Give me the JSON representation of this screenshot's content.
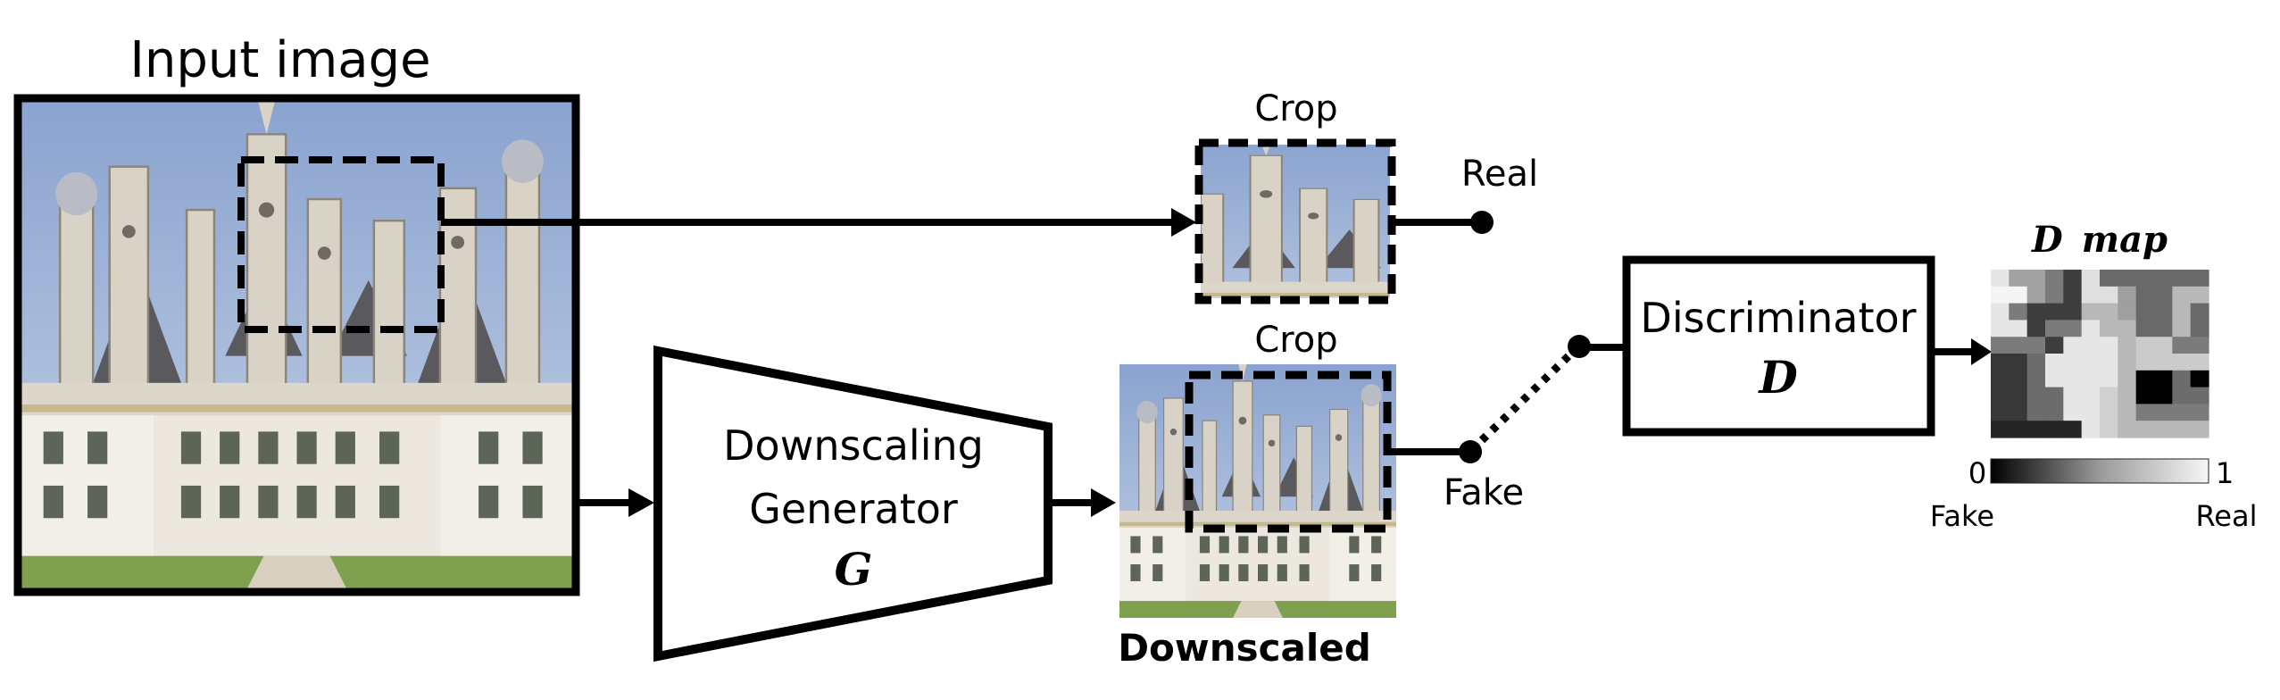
{
  "figure": {
    "input_image_title": "Input image",
    "real_crop_title": "Crop",
    "fake_crop_title": "Crop",
    "real_label": "Real",
    "fake_label": "Fake",
    "generator": {
      "line1": "Downscaling",
      "line2": "Generator",
      "symbol": "G"
    },
    "downscaled_label": "Downscaled",
    "discriminator": {
      "line1": "Discriminator",
      "symbol": "D"
    },
    "dmap": {
      "title_symbol": "D",
      "title_word": "map",
      "colorbar_min_label": "0",
      "colorbar_max_label": "1",
      "colorbar_left_caption": "Fake",
      "colorbar_right_caption": "Real",
      "colorbar_range": [
        0,
        1
      ],
      "grid_rows": 10,
      "grid_cols": 12,
      "values": [
        [
          0.94,
          0.66,
          0.66,
          0.5,
          0.25,
          0.91,
          0.43,
          0.43,
          0.43,
          0.43,
          0.43,
          0.43
        ],
        [
          1.0,
          1.0,
          0.66,
          0.5,
          0.25,
          0.91,
          0.91,
          0.65,
          0.43,
          0.43,
          0.75,
          0.75
        ],
        [
          0.94,
          0.5,
          0.25,
          0.25,
          0.25,
          0.75,
          0.75,
          0.65,
          0.43,
          0.43,
          0.75,
          0.43
        ],
        [
          0.94,
          0.94,
          0.25,
          0.5,
          0.5,
          0.94,
          0.75,
          0.75,
          0.43,
          0.43,
          0.75,
          0.43
        ],
        [
          0.5,
          0.5,
          0.5,
          0.25,
          0.94,
          0.94,
          0.94,
          0.75,
          0.83,
          0.83,
          0.5,
          0.5
        ],
        [
          0.23,
          0.23,
          0.44,
          0.94,
          0.94,
          0.94,
          0.94,
          0.75,
          0.83,
          0.83,
          0.83,
          0.83
        ],
        [
          0.23,
          0.23,
          0.44,
          0.94,
          0.94,
          0.94,
          0.94,
          0.75,
          0.0,
          0.0,
          0.44,
          0.0
        ],
        [
          0.23,
          0.23,
          0.44,
          0.44,
          0.94,
          0.94,
          0.85,
          0.75,
          0.0,
          0.0,
          0.44,
          0.44
        ],
        [
          0.23,
          0.23,
          0.44,
          0.44,
          0.94,
          0.94,
          0.85,
          0.75,
          0.5,
          0.5,
          0.5,
          0.5
        ],
        [
          0.15,
          0.15,
          0.15,
          0.15,
          0.15,
          0.94,
          0.85,
          0.75,
          0.75,
          0.75,
          0.75,
          0.75
        ]
      ]
    },
    "colors": {
      "stroke": "#000000",
      "background": "#ffffff",
      "sky_top": "#8aa3cf",
      "sky_bottom": "#c5d2e6",
      "stone_light": "#ece8e0",
      "stone_mid": "#c9c2b4",
      "stone_dark": "#6f6a64",
      "roof": "#5a5a5e",
      "grass": "#7fa04f",
      "window": "#5d6458"
    }
  }
}
